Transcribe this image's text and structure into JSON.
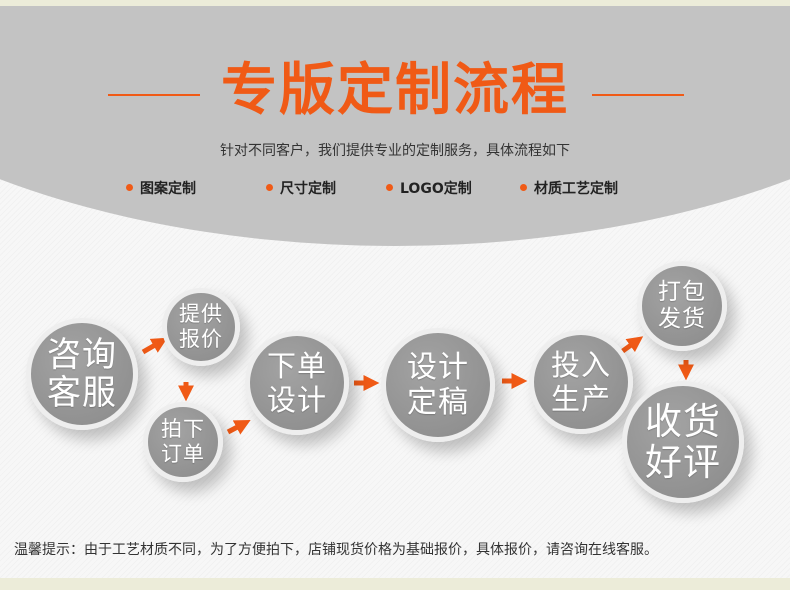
{
  "header": {
    "title": "专版定制流程",
    "subtitle": "针对不同客户，我们提供专业的定制服务，具体流程如下"
  },
  "tags": [
    "图案定制",
    "尺寸定制",
    "LOGO定制",
    "材质工艺定制"
  ],
  "steps": [
    {
      "id": "consult",
      "line1": "咨询",
      "line2": "客服"
    },
    {
      "id": "quote",
      "line1": "提供",
      "line2": "报价"
    },
    {
      "id": "order",
      "line1": "拍下",
      "line2": "订单"
    },
    {
      "id": "design",
      "line1": "下单",
      "line2": "设计"
    },
    {
      "id": "finalize",
      "line1": "设计",
      "line2": "定稿"
    },
    {
      "id": "produce",
      "line1": "投入",
      "line2": "生产"
    },
    {
      "id": "ship",
      "line1": "打包",
      "line2": "发货"
    },
    {
      "id": "review",
      "line1": "收货",
      "line2": "好评"
    }
  ],
  "footer": {
    "note": "温馨提示：由于工艺材质不同，为了方便拍下，店铺现货价格为基础报价，具体报价，请咨询在线客服。"
  },
  "colors": {
    "accent": "#f05a16",
    "circle": "#8e8e8e",
    "header_band": "#c3c3c3"
  }
}
